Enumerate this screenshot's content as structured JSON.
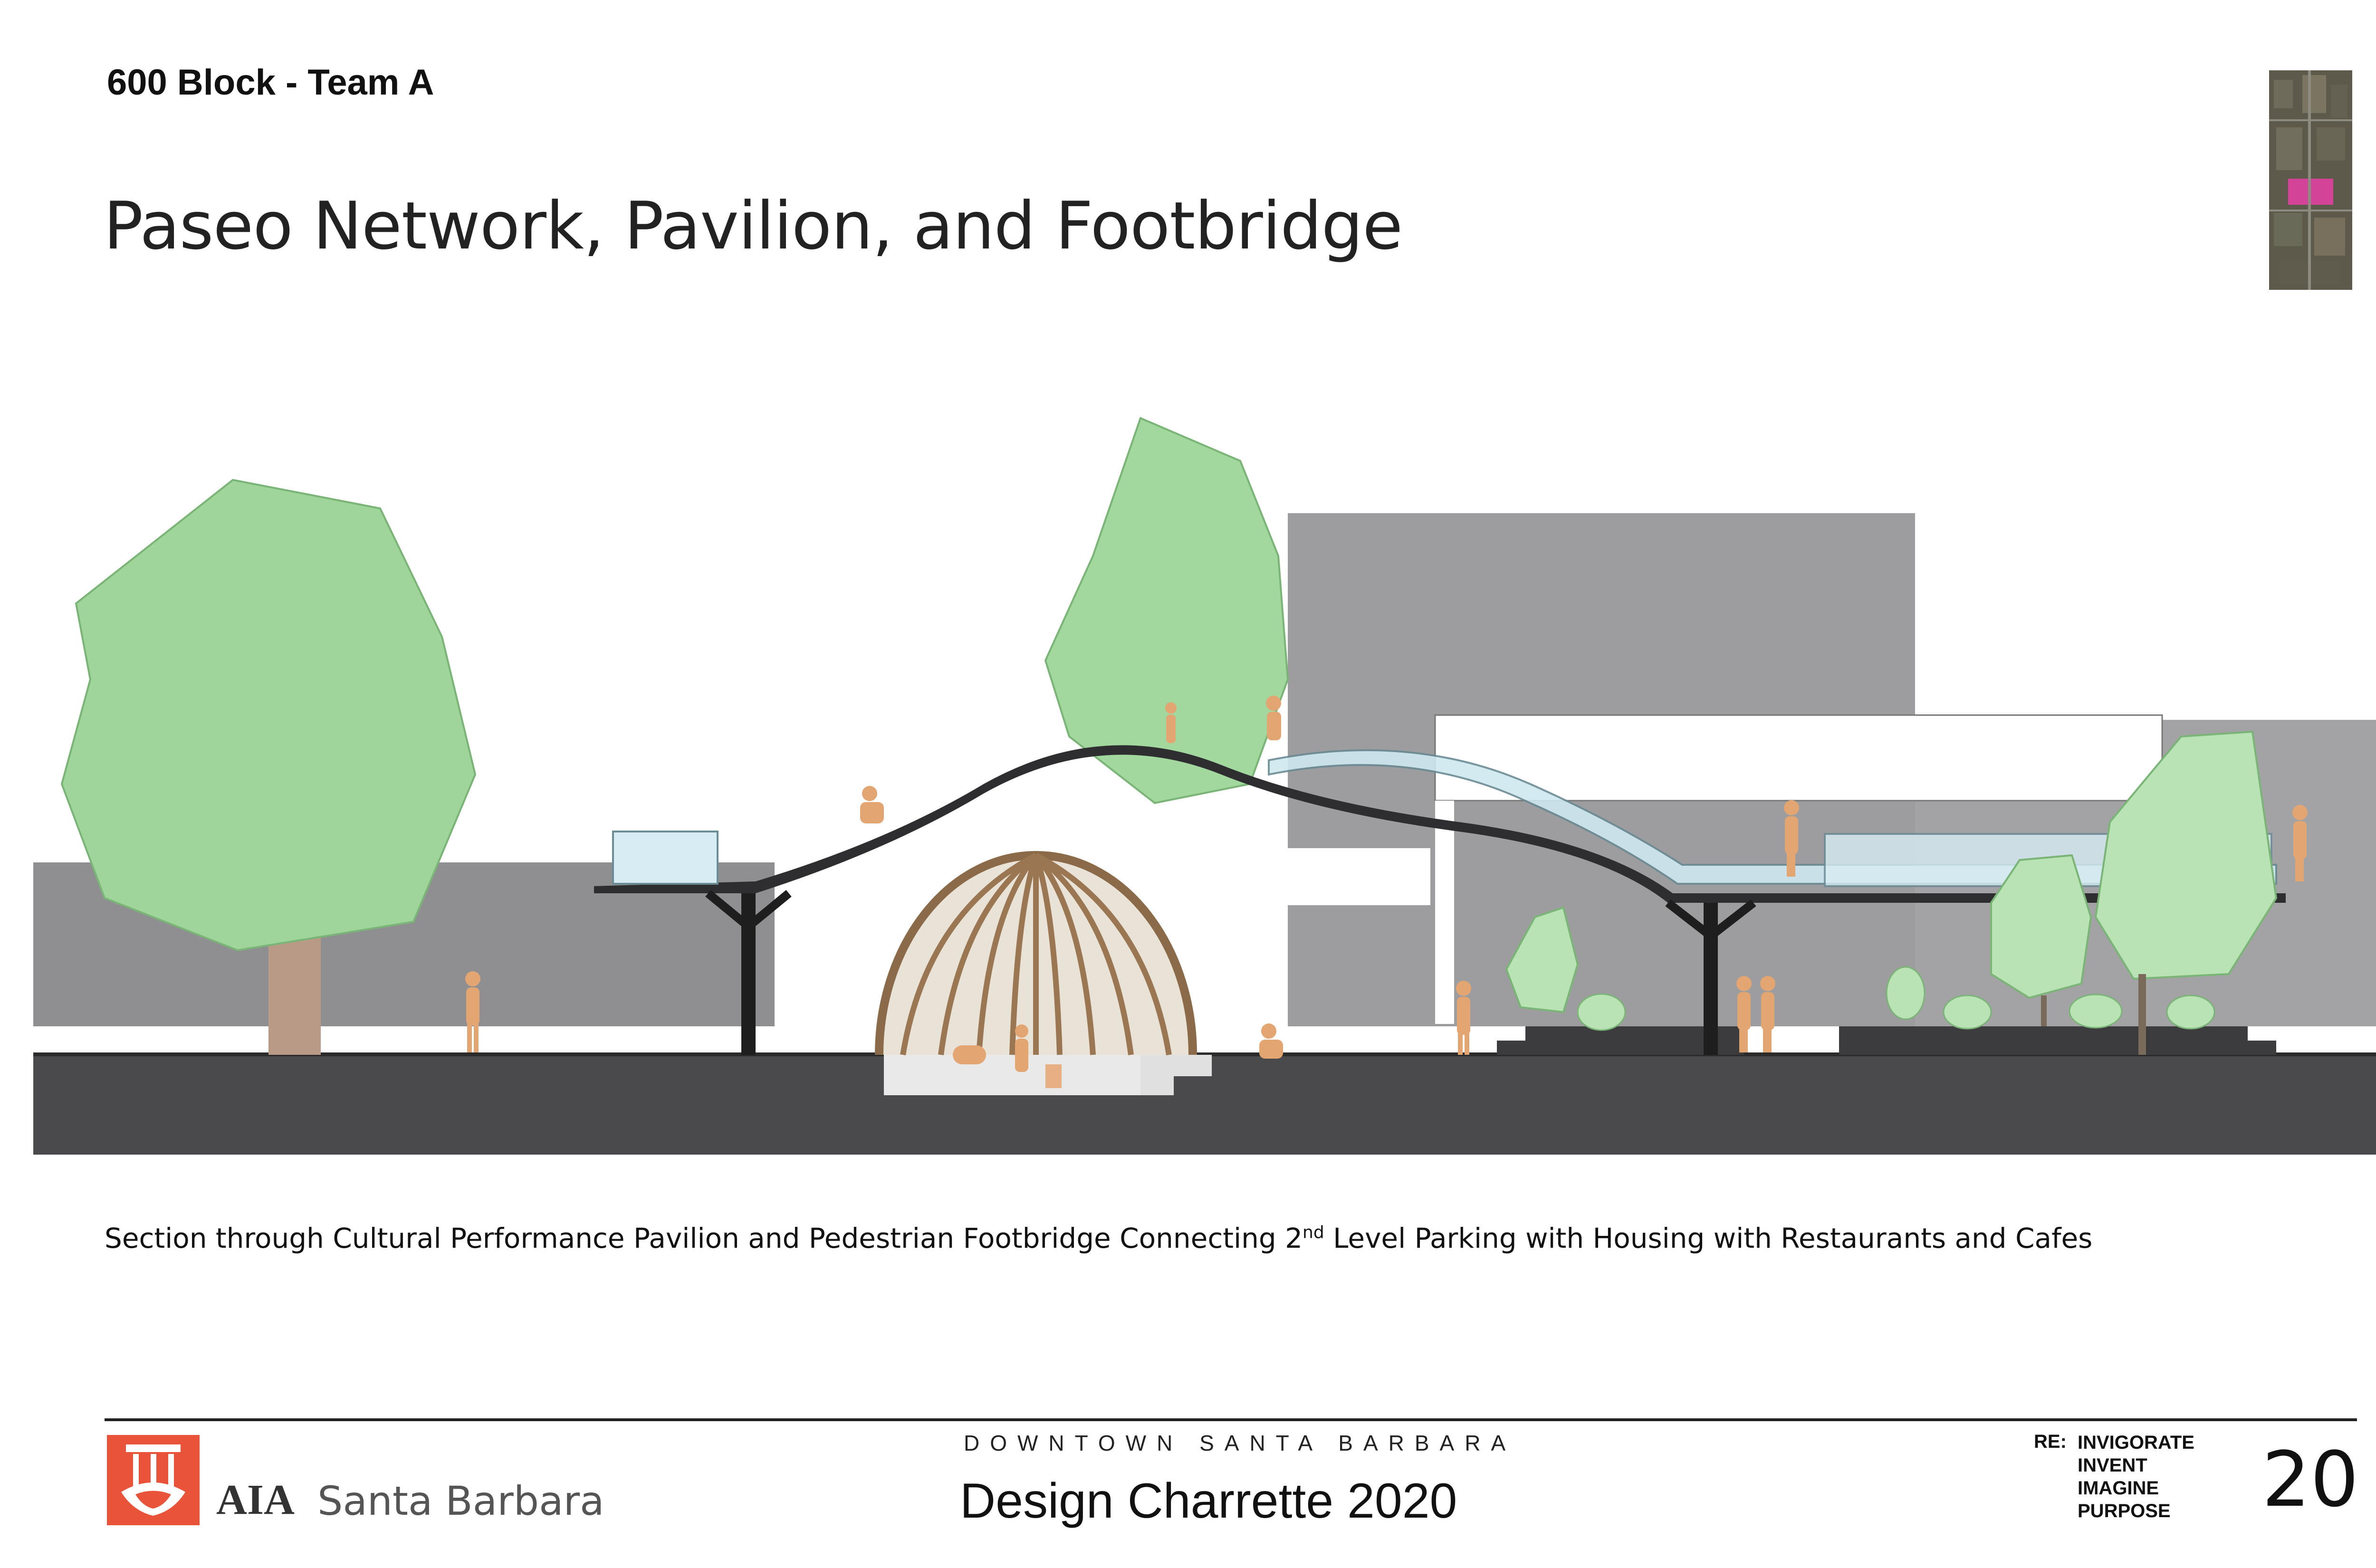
{
  "header": {
    "team_label": "600 Block - Team A",
    "page_title": "Paseo Network, Pavilion, and Footbridge"
  },
  "caption": {
    "text_before": "Section through Cultural Performance Pavilion and Pedestrian Footbridge Connecting 2",
    "superscript": "nd",
    "text_after": " Level Parking with Housing with Restaurants and Cafes"
  },
  "footer": {
    "organization_bold": "AIA",
    "organization_city": "Santa Barbara",
    "downtown_label": "DOWNTOWN SANTA BARBARA",
    "event_title": "Design Charrette 2020",
    "re_label": "RE:",
    "re_items": [
      "INVIGORATE",
      "INVENT",
      "IMAGINE",
      "PURPOSE"
    ],
    "page_number": "20"
  },
  "colors": {
    "aia_red": "#e8533a",
    "tree_green": "#9fd59a",
    "ground_dark": "#4a4a4c",
    "building_gray": "#9a9a9c",
    "pavilion_wood": "#a8845c",
    "figure_orange": "#e3a572",
    "locator_highlight": "#e040a0"
  },
  "icons": {
    "logo": "aia-logo-icon",
    "locator": "aerial-locator-map-icon"
  }
}
